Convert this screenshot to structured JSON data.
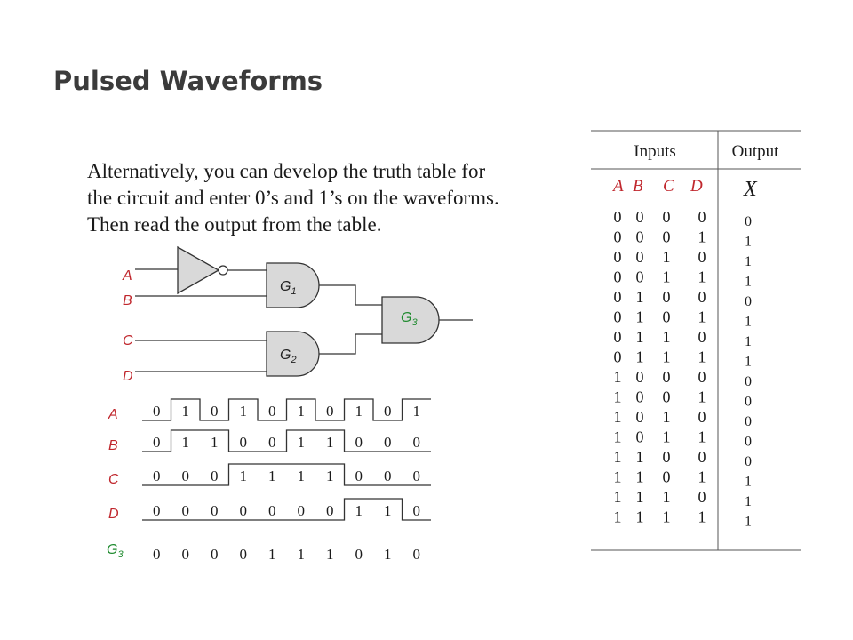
{
  "slide": {
    "title": "Pulsed Waveforms",
    "body_lines": [
      "Alternatively, you can develop the truth table for",
      "the circuit and enter 0’s and 1’s on the waveforms.",
      "Then read the output from the table."
    ]
  },
  "circuit": {
    "inputs": [
      "A",
      "B",
      "C",
      "D"
    ],
    "gates": [
      {
        "name": "G",
        "sub": "1"
      },
      {
        "name": "G",
        "sub": "2"
      },
      {
        "name": "G",
        "sub": "3"
      }
    ]
  },
  "waveforms": {
    "rows": [
      {
        "label": "A",
        "bits": [
          "0",
          "1",
          "0",
          "1",
          "0",
          "1",
          "0",
          "1",
          "0",
          "1"
        ]
      },
      {
        "label": "B",
        "bits": [
          "0",
          "1",
          "1",
          "0",
          "0",
          "1",
          "1",
          "0",
          "0",
          "0"
        ]
      },
      {
        "label": "C",
        "bits": [
          "0",
          "0",
          "0",
          "1",
          "1",
          "1",
          "1",
          "0",
          "0",
          "0"
        ]
      },
      {
        "label": "D",
        "bits": [
          "0",
          "0",
          "0",
          "0",
          "0",
          "0",
          "0",
          "1",
          "1",
          "0"
        ]
      }
    ],
    "output": {
      "label": "G",
      "sub": "3",
      "bits": [
        "0",
        "0",
        "0",
        "0",
        "1",
        "1",
        "1",
        "0",
        "1",
        "0"
      ]
    }
  },
  "truth_table": {
    "header_inputs": "Inputs",
    "header_output": "Output",
    "input_cols": [
      "A",
      "B",
      "C",
      "D"
    ],
    "output_col": "X",
    "rows": [
      {
        "in": "0 0 0 0",
        "out": "0"
      },
      {
        "in": "0 0 0 1",
        "out": "1"
      },
      {
        "in": "0 0 1 0",
        "out": "1"
      },
      {
        "in": "0 0 1 1",
        "out": "1"
      },
      {
        "in": "0 1 0 0",
        "out": "0"
      },
      {
        "in": "0 1 0 1",
        "out": "1"
      },
      {
        "in": "0 1 1 0",
        "out": "1"
      },
      {
        "in": "0 1 1 1",
        "out": "1"
      },
      {
        "in": "1 0 0 0",
        "out": "0"
      },
      {
        "in": "1 0 0 1",
        "out": "0"
      },
      {
        "in": "1 0 1 0",
        "out": "0"
      },
      {
        "in": "1 0 1 1",
        "out": "0"
      },
      {
        "in": "1 1 0 0",
        "out": "0"
      },
      {
        "in": "1 1 0 1",
        "out": "1"
      },
      {
        "in": "1 1 1 0",
        "out": "1"
      },
      {
        "in": "1 1 1 1",
        "out": "1"
      }
    ]
  },
  "colors": {
    "label_red": "#c0272d",
    "label_green": "#1e8a2e",
    "title": "#3b3b3b",
    "gate_fill": "#d9d9d9"
  }
}
